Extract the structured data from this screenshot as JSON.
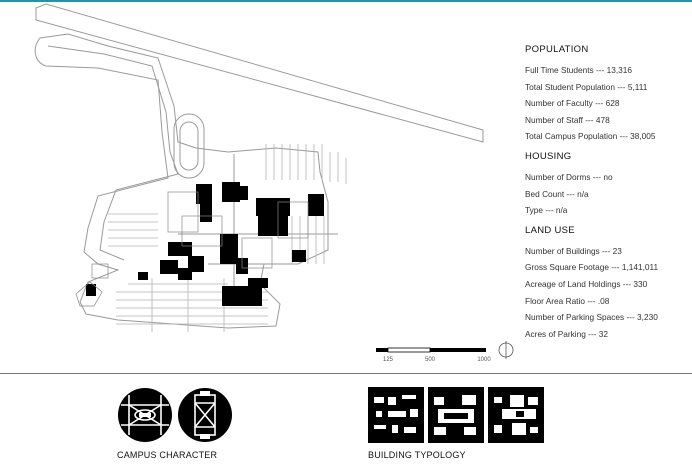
{
  "sections": [
    {
      "title": "POPULATION",
      "items": [
        "Full Time Students --- 13,316",
        "Total Student Population --- 5,111",
        "Number of Faculty --- 628",
        "Number of Staff --- 478",
        "Total Campus Population --- 38,005"
      ]
    },
    {
      "title": "HOUSING",
      "items": [
        "Number of Dorms --- no",
        "Bed Count --- n/a",
        "Type --- n/a"
      ]
    },
    {
      "title": "LAND USE",
      "items": [
        "Number of Buildings --- 23",
        "Gross Square Footage --- 1,141,011",
        "Acreage of Land Holdings --- 330",
        "Floor Area Ratio --- .08",
        "Number of Parking Spaces --- 3,230",
        "Acres of Parking --- 32"
      ]
    }
  ],
  "scale": {
    "labels": [
      "125",
      "500",
      "1000"
    ]
  },
  "captions": {
    "campus_character": "CAMPUS CHARACTER",
    "building_typology": "BUILDING TYPOLOGY"
  },
  "colors": {
    "accent": "#2e8fa3",
    "ink": "#000000"
  },
  "icons": {
    "north_arrow": "north-arrow-icon"
  }
}
